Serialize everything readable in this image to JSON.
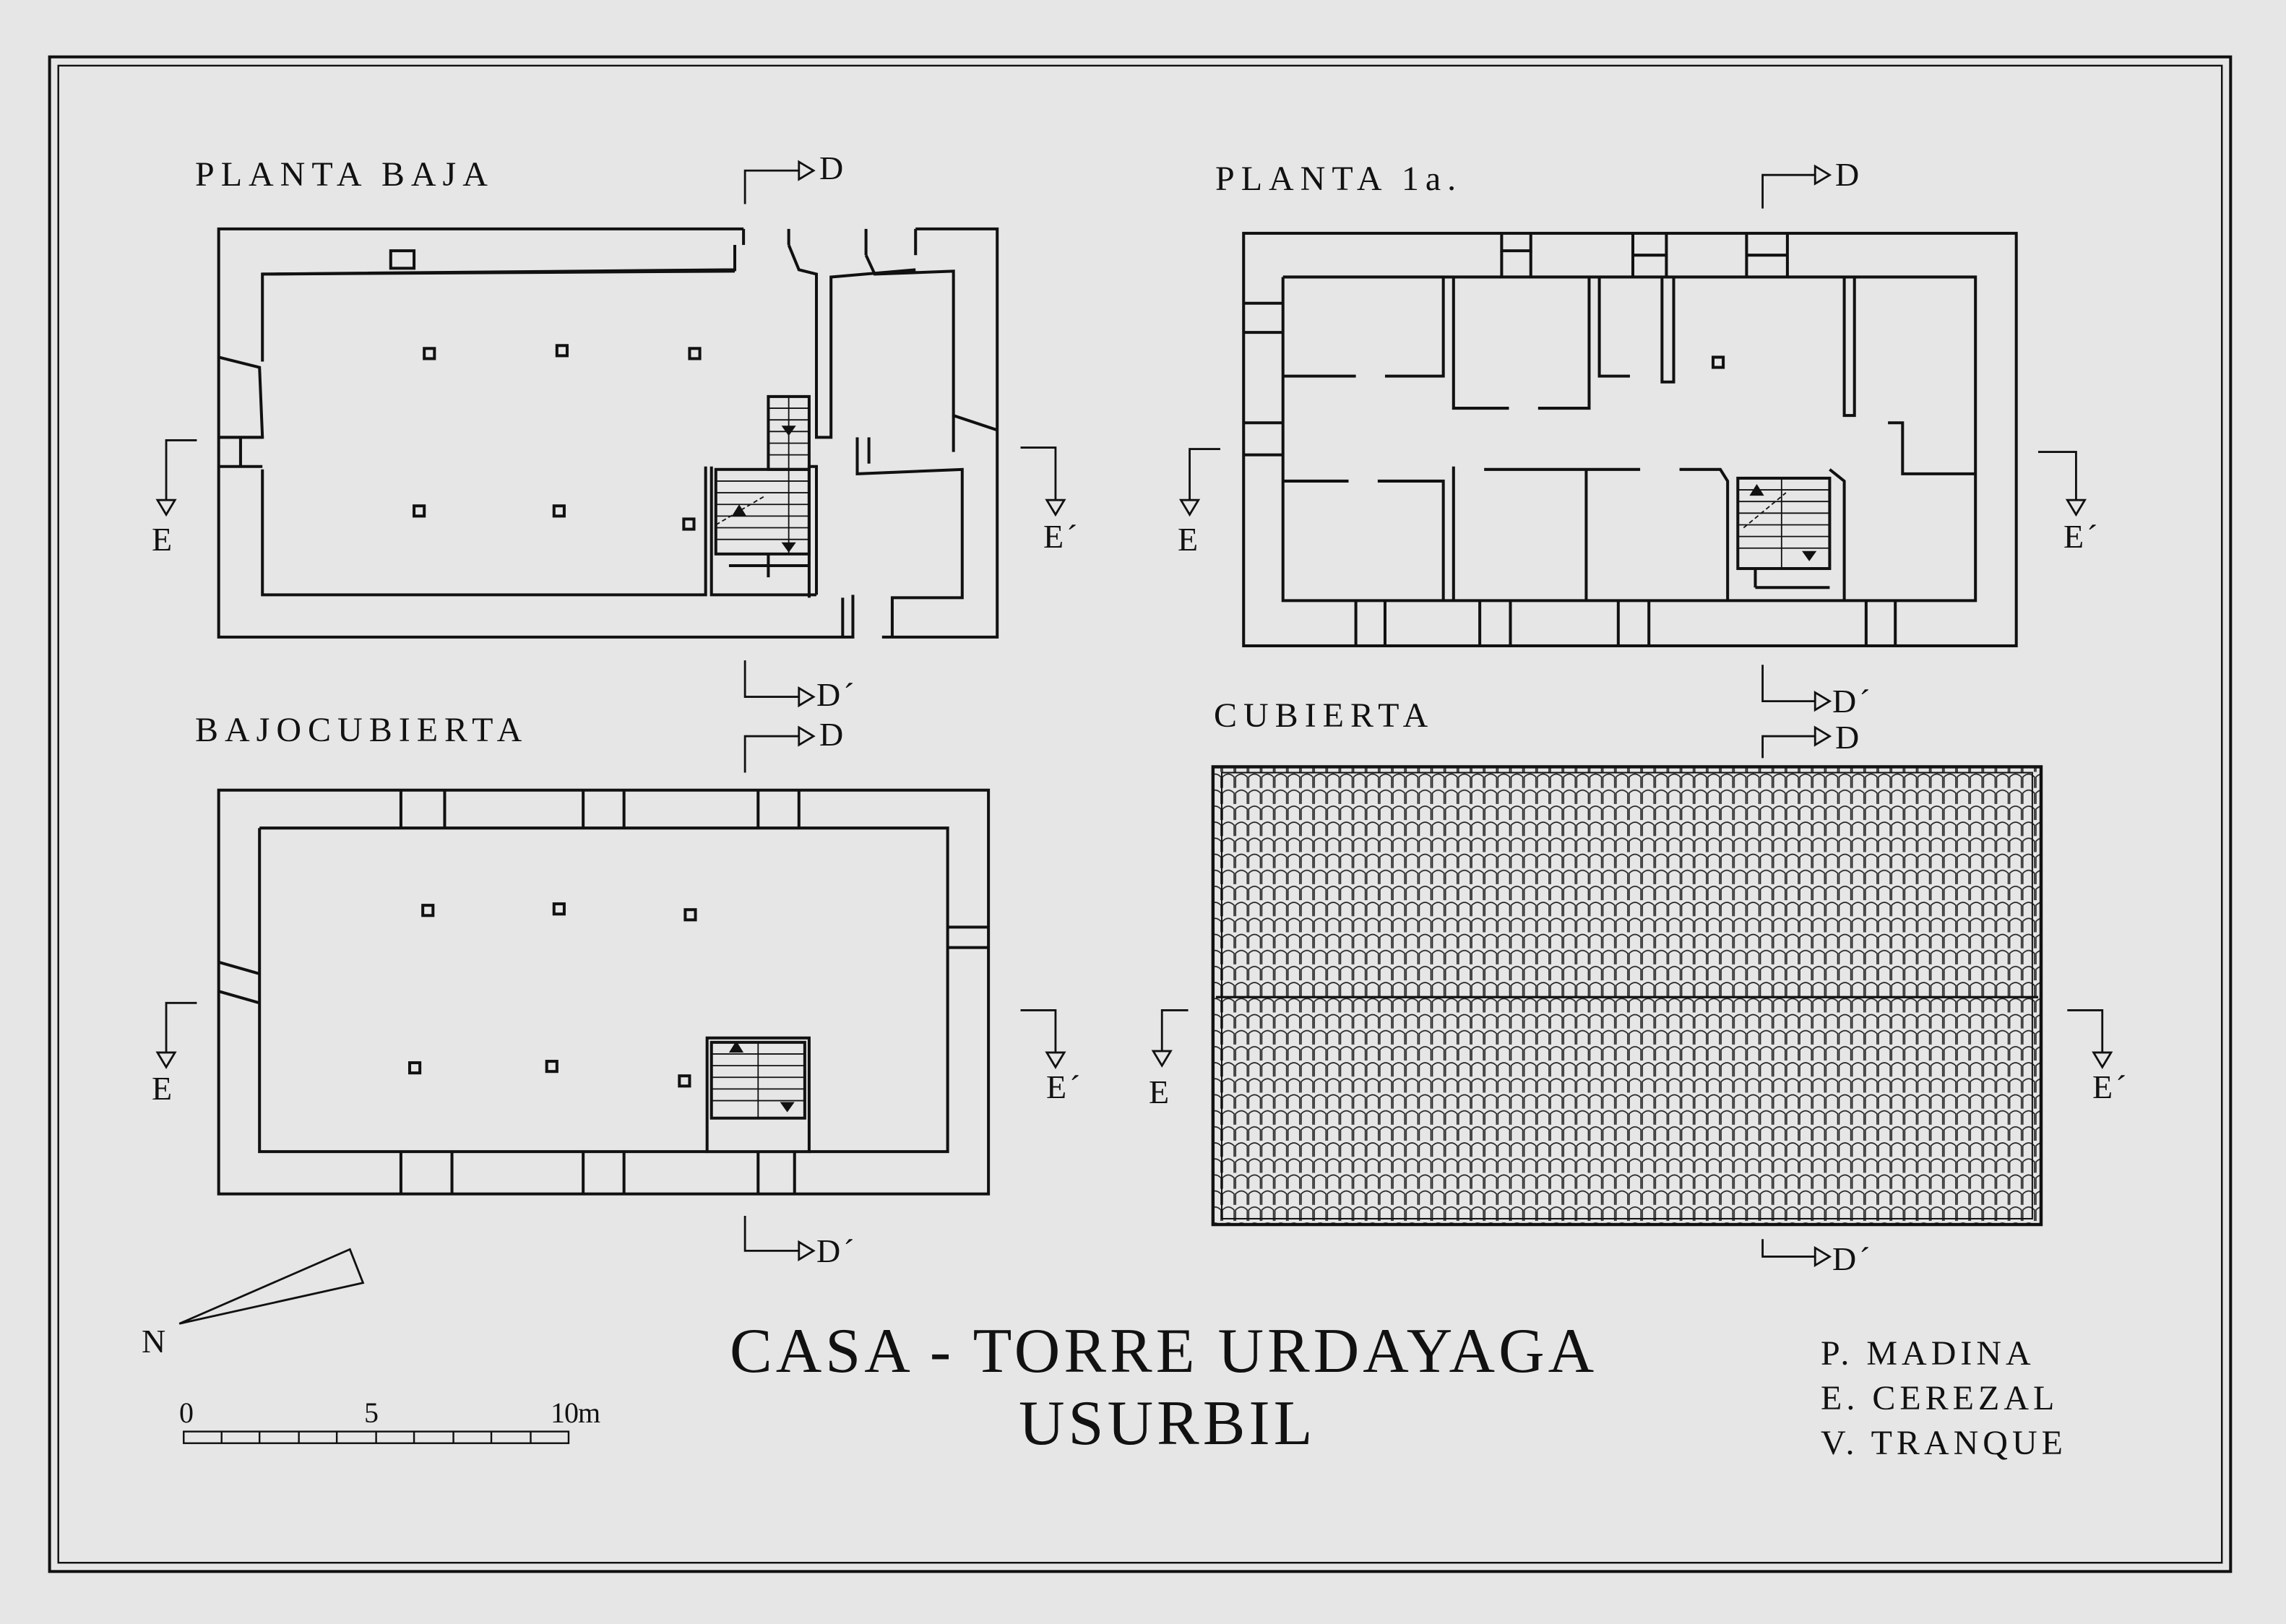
{
  "plans": {
    "ground": {
      "title": "PLANTA BAJA"
    },
    "first": {
      "title": "PLANTA 1a."
    },
    "attic": {
      "title": "BAJOCUBIERTA"
    },
    "roof": {
      "title": "CUBIERTA"
    }
  },
  "sections": {
    "d": "D",
    "d_prime": "D´",
    "e": "E",
    "e_prime": "E´"
  },
  "title": {
    "line1": "CASA - TORRE URDAYAGA",
    "line2": "USURBIL"
  },
  "authors": [
    "P. MADINA",
    "E. CEREZAL",
    "V. TRANQUE"
  ],
  "north_label": "N",
  "scale_bar": {
    "ticks": [
      "0",
      "5",
      "10m"
    ]
  },
  "colors": {
    "paper": "#e6e6e6",
    "ink": "#111111"
  }
}
